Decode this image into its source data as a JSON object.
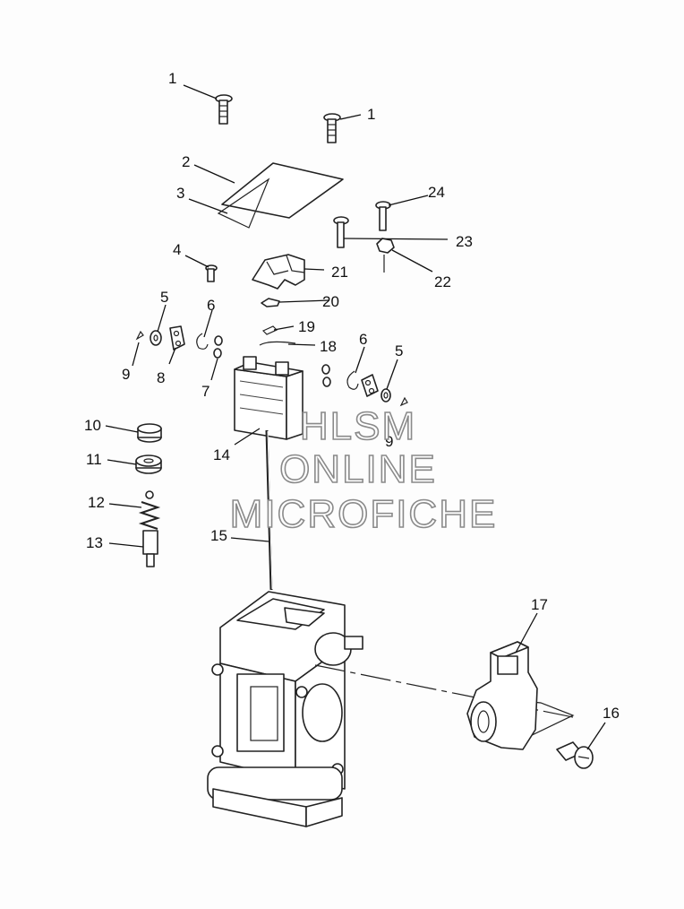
{
  "callouts": {
    "c1a": "1",
    "c1b": "1",
    "c2": "2",
    "c3": "3",
    "c4": "4",
    "c5a": "5",
    "c5b": "5",
    "c6a": "6",
    "c6b": "6",
    "c7": "7",
    "c8": "8",
    "c9a": "9",
    "c9b": "9",
    "c10": "10",
    "c11": "11",
    "c12": "12",
    "c13": "13",
    "c14": "14",
    "c15": "15",
    "c16": "16",
    "c17": "17",
    "c18": "18",
    "c19": "19",
    "c20": "20",
    "c21": "21",
    "c22": "22",
    "c23": "23",
    "c24": "24"
  },
  "watermark": {
    "line1": "HLSM",
    "line2": "ONLINE",
    "line3": "MICROFICHE"
  }
}
